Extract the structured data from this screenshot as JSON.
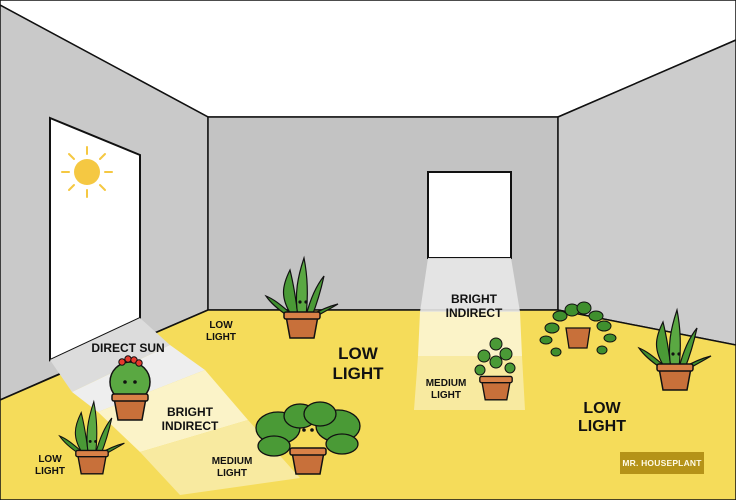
{
  "labels": {
    "direct_sun": "DIRECT SUN",
    "low_light_back_left": "LOW\nLIGHT",
    "low_light_center": "LOW\nLIGHT",
    "bright_indirect_back": "BRIGHT\nINDIRECT",
    "medium_light_back": "MEDIUM\nLIGHT",
    "bright_indirect_front": "BRIGHT\nINDIRECT",
    "medium_light_front": "MEDIUM\nLIGHT",
    "low_light_front_left": "LOW\nLIGHT",
    "low_light_right": "LOW\nLIGHT"
  },
  "brand": "MR. HOUSEPLANT",
  "colors": {
    "floor": "#f5dc5a",
    "wall": "#c9c9c9",
    "ceiling": "#ffffff",
    "outline": "#111111",
    "pot": "#c8703a",
    "leaf": "#3f8f2e",
    "sun": "#f5c842",
    "brand_bg": "#b59318"
  },
  "icons": [
    "sun-icon",
    "cactus-icon",
    "snake-plant-icon",
    "monstera-icon",
    "pilea-icon",
    "pothos-icon"
  ]
}
